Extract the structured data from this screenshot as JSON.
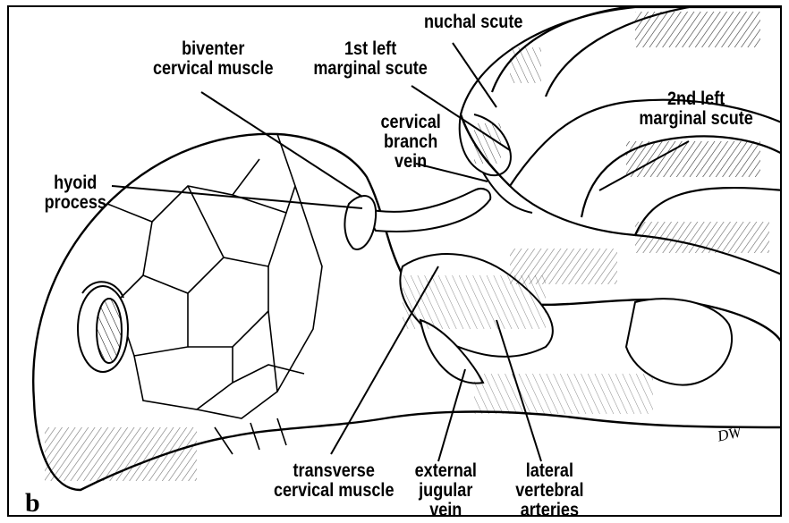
{
  "figure": {
    "panel_letter": "b",
    "signature": "DW",
    "colors": {
      "ink": "#000000",
      "background": "#ffffff"
    }
  },
  "labels": {
    "nuchal_scute": "nuchal scute",
    "first_left_marginal_scute": [
      "1st left",
      "marginal scute"
    ],
    "second_left_marginal_scute": [
      "2nd left",
      "marginal scute"
    ],
    "biventer_cervical_muscle": [
      "biventer",
      "cervical muscle"
    ],
    "cervical_branch_vein": [
      "cervical",
      "branch",
      "vein"
    ],
    "hyoid_process": [
      "hyoid",
      "process"
    ],
    "transverse_cervical_muscle": [
      "transverse",
      "cervical muscle"
    ],
    "external_jugular_vein": [
      "external",
      "jugular",
      "vein"
    ],
    "lateral_vertebral_arteries": [
      "lateral",
      "vertebral",
      "arteries"
    ]
  }
}
